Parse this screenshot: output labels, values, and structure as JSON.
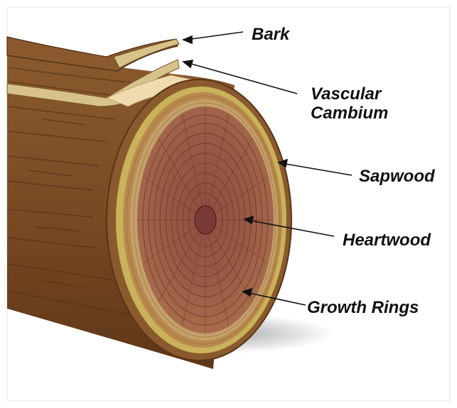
{
  "labels": {
    "bark": "Bark",
    "vascular_cambium_line1": "Vascular",
    "vascular_cambium_line2": "Cambium",
    "sapwood": "Sapwood",
    "heartwood": "Heartwood",
    "growth_rings": "Growth Rings"
  },
  "colors": {
    "bark_outer": "#7a4a24",
    "bark_dark": "#5a3416",
    "cambium_yellow": "#c9b25a",
    "sapwood": "#b8894f",
    "heartwood": "#8a4a3a",
    "pith": "#7a3a38",
    "label_text": "#111111"
  }
}
